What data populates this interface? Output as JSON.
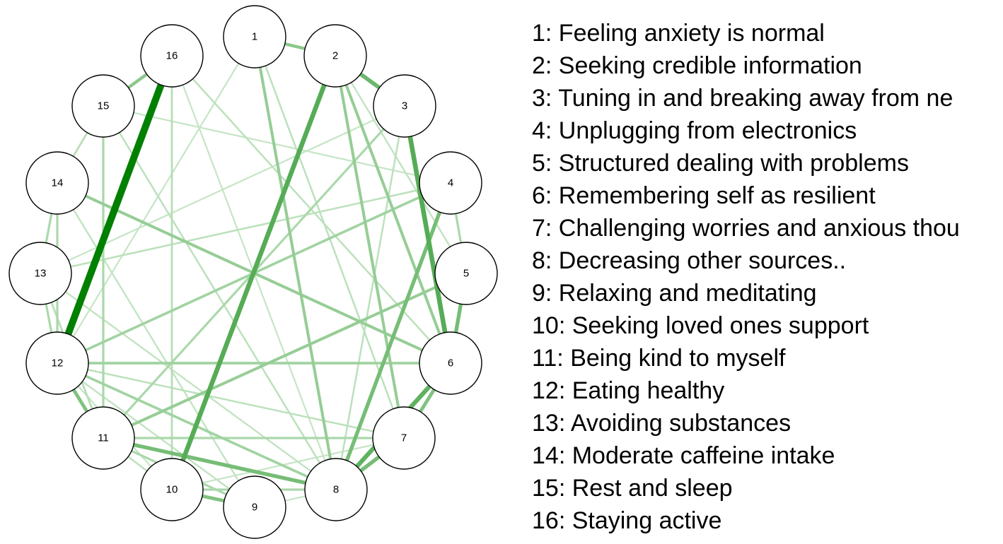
{
  "nodes": [
    {
      "id": "1",
      "label": "Feeling anxiety is normal"
    },
    {
      "id": "2",
      "label": "Seeking credible information"
    },
    {
      "id": "3",
      "label": "Tuning in and breaking away from ne"
    },
    {
      "id": "4",
      "label": "Unplugging from electronics"
    },
    {
      "id": "5",
      "label": "Structured dealing with problems"
    },
    {
      "id": "6",
      "label": "Remembering self as resilient"
    },
    {
      "id": "7",
      "label": "Challenging worries and anxious thou"
    },
    {
      "id": "8",
      "label": "Decreasing other sources.."
    },
    {
      "id": "9",
      "label": "Relaxing and meditating"
    },
    {
      "id": "10",
      "label": "Seeking loved ones support"
    },
    {
      "id": "11",
      "label": "Being kind to myself"
    },
    {
      "id": "12",
      "label": "Eating healthy"
    },
    {
      "id": "13",
      "label": "Avoiding substances"
    },
    {
      "id": "14",
      "label": "Moderate caffeine intake"
    },
    {
      "id": "15",
      "label": "Rest and sleep"
    },
    {
      "id": "16",
      "label": "Staying active"
    }
  ],
  "legend": [
    "1: Feeling anxiety is normal",
    "2: Seeking credible information",
    "3: Tuning in and breaking away from ne",
    "4: Unplugging from electronics",
    "5: Structured dealing with problems",
    "6: Remembering self as resilient",
    "7: Challenging worries and anxious thou",
    "8: Decreasing other sources..",
    "9: Relaxing and meditating",
    "10: Seeking loved ones support",
    "11: Being kind to myself",
    "12: Eating healthy",
    "13: Avoiding substances",
    "14: Moderate caffeine intake",
    "15: Rest and sleep",
    "16: Staying active"
  ],
  "edges": [
    {
      "source": "12",
      "target": "16",
      "weight": 1.0
    },
    {
      "source": "2",
      "target": "10",
      "weight": 0.6
    },
    {
      "source": "3",
      "target": "6",
      "weight": 0.6
    },
    {
      "source": "6",
      "target": "8",
      "weight": 0.55
    },
    {
      "source": "2",
      "target": "3",
      "weight": 0.5
    },
    {
      "source": "4",
      "target": "8",
      "weight": 0.45
    },
    {
      "source": "11",
      "target": "8",
      "weight": 0.45
    },
    {
      "source": "5",
      "target": "6",
      "weight": 0.45
    },
    {
      "source": "7",
      "target": "8",
      "weight": 0.45
    },
    {
      "source": "6",
      "target": "7",
      "weight": 0.4
    },
    {
      "source": "11",
      "target": "12",
      "weight": 0.4
    },
    {
      "source": "10",
      "target": "9",
      "weight": 0.4
    },
    {
      "source": "1",
      "target": "2",
      "weight": 0.35
    },
    {
      "source": "16",
      "target": "15",
      "weight": 0.35
    },
    {
      "source": "2",
      "target": "6",
      "weight": 0.3
    },
    {
      "source": "2",
      "target": "7",
      "weight": 0.3
    },
    {
      "source": "1",
      "target": "8",
      "weight": 0.3
    },
    {
      "source": "14",
      "target": "6",
      "weight": 0.3
    },
    {
      "source": "11",
      "target": "5",
      "weight": 0.3
    },
    {
      "source": "12",
      "target": "6",
      "weight": 0.25
    },
    {
      "source": "4",
      "target": "12",
      "weight": 0.25
    },
    {
      "source": "3",
      "target": "11",
      "weight": 0.2
    },
    {
      "source": "12",
      "target": "8",
      "weight": 0.25
    },
    {
      "source": "11",
      "target": "7",
      "weight": 0.2
    },
    {
      "source": "11",
      "target": "9",
      "weight": 0.2
    },
    {
      "source": "10",
      "target": "8",
      "weight": 0.2
    },
    {
      "source": "13",
      "target": "12",
      "weight": 0.2
    },
    {
      "source": "14",
      "target": "12",
      "weight": 0.2
    },
    {
      "source": "15",
      "target": "11",
      "weight": 0.2
    },
    {
      "source": "14",
      "target": "13",
      "weight": 0.2
    },
    {
      "source": "15",
      "target": "14",
      "weight": 0.15
    },
    {
      "source": "13",
      "target": "11",
      "weight": 0.15
    },
    {
      "source": "4",
      "target": "5",
      "weight": 0.2
    },
    {
      "source": "16",
      "target": "10",
      "weight": 0.15
    },
    {
      "source": "16",
      "target": "6",
      "weight": 0.12
    },
    {
      "source": "15",
      "target": "8",
      "weight": 0.12
    },
    {
      "source": "13",
      "target": "4",
      "weight": 0.12
    },
    {
      "source": "12",
      "target": "7",
      "weight": 0.12
    },
    {
      "source": "3",
      "target": "8",
      "weight": 0.12
    },
    {
      "source": "1",
      "target": "7",
      "weight": 0.12
    },
    {
      "source": "14",
      "target": "9",
      "weight": 0.1
    },
    {
      "source": "13",
      "target": "8",
      "weight": 0.1
    },
    {
      "source": "12",
      "target": "9",
      "weight": 0.1
    },
    {
      "source": "11",
      "target": "10",
      "weight": 0.12
    },
    {
      "source": "2",
      "target": "5",
      "weight": 0.1
    },
    {
      "source": "1",
      "target": "12",
      "weight": 0.08
    },
    {
      "source": "13",
      "target": "3",
      "weight": 0.08
    },
    {
      "source": "16",
      "target": "8",
      "weight": 0.08
    },
    {
      "source": "10",
      "target": "7",
      "weight": 0.08
    },
    {
      "source": "9",
      "target": "8",
      "weight": 0.08
    },
    {
      "source": "12",
      "target": "10",
      "weight": 0.08
    },
    {
      "source": "15",
      "target": "4",
      "weight": 0.08
    }
  ]
}
